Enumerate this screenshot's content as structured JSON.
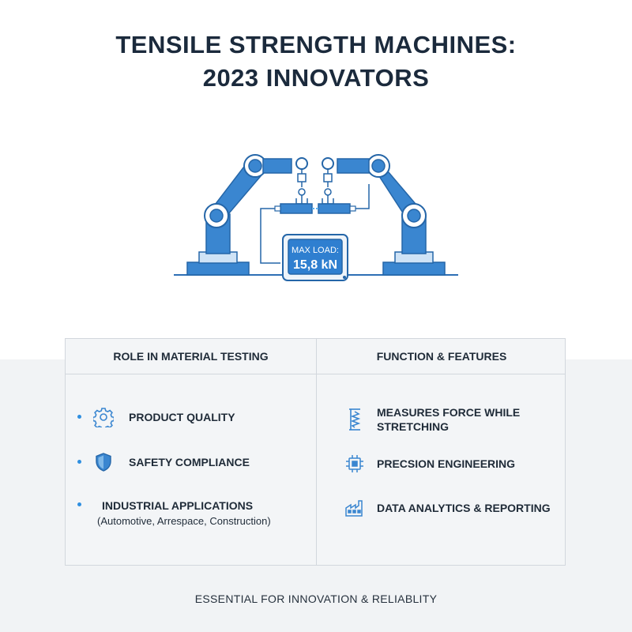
{
  "title": {
    "line1": "TENSILE STRENGTH MACHINES:",
    "line2": "2023 INNOVATORS"
  },
  "display": {
    "label": "MAX LOAD:",
    "value": "15,8 kN"
  },
  "table": {
    "left_header": "ROLE IN MATERIAL TESTING",
    "right_header": "FUNCTION & FEATURES",
    "left_items": [
      {
        "label": "PRODUCT QUALITY",
        "icon": "gear-icon"
      },
      {
        "label": "SAFETY COMPLIANCE",
        "icon": "shield-icon"
      },
      {
        "label": "INDUSTRIAL APPLICATIONS",
        "sub": "(Automotive, Arrespace, Construction)"
      }
    ],
    "right_items": [
      {
        "label_line1": "MEASURES FORCE WHILE",
        "label_line2": "STRETCHING",
        "icon": "spring-icon"
      },
      {
        "label": "PRECSION ENGINEERING",
        "icon": "chip-icon"
      },
      {
        "label": "DATA ANALYTICS & REPORTING",
        "icon": "factory-icon"
      }
    ]
  },
  "footer": "ESSENTIAL FOR INNOVATION & RELIABLITY",
  "colors": {
    "accent": "#3a86d0",
    "title": "#1b2a3c",
    "background_band": "#f1f3f5"
  }
}
